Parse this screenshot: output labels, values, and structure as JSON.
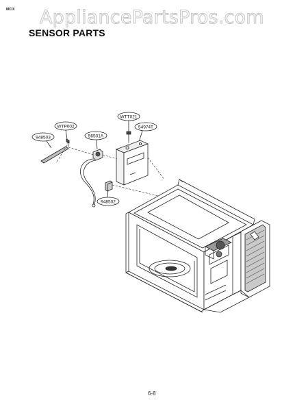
{
  "watermark": "AppliancePartsPros.com",
  "corner_code": "MCIX",
  "section_title": "SENSOR PARTS",
  "page_number": "6-8",
  "callouts": {
    "c1": "WTT021",
    "c2": "54974T",
    "c3": "WTP002",
    "c4": "948503",
    "c5": "56501A",
    "c6": "948502"
  },
  "colors": {
    "line": "#222222",
    "watermark_outline": "#c4c4c4"
  }
}
